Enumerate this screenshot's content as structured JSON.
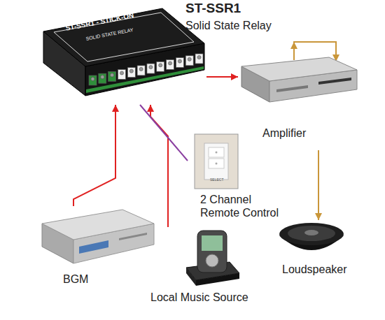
{
  "diagram": {
    "nodes": [
      {
        "text": [
          "ST-SSR1",
          "Solid State Relay"
        ]
      },
      {
        "text": [
          "Amplifier"
        ]
      },
      {
        "text": [
          "2 Channel Remote Control"
        ]
      },
      {
        "text": [
          "BGM"
        ]
      },
      {
        "text": [
          "Local Music Source"
        ]
      },
      {
        "text": [
          "Loudspeaker"
        ]
      }
    ],
    "edges": [
      {
        "from": 3,
        "to": 0,
        "arrow": "to"
      },
      {
        "from": 4,
        "to": 0,
        "arrow": "to"
      },
      {
        "from": 0,
        "to": 1,
        "arrow": "to"
      },
      {
        "from": 2,
        "to": 0,
        "arrow": "none"
      },
      {
        "from": 1,
        "to": 5,
        "arrow": "to"
      }
    ],
    "labels": [
      "ST-SSR1 - STICK-ON",
      "SOLID STATE RELAY",
      "SELECT"
    ]
  }
}
